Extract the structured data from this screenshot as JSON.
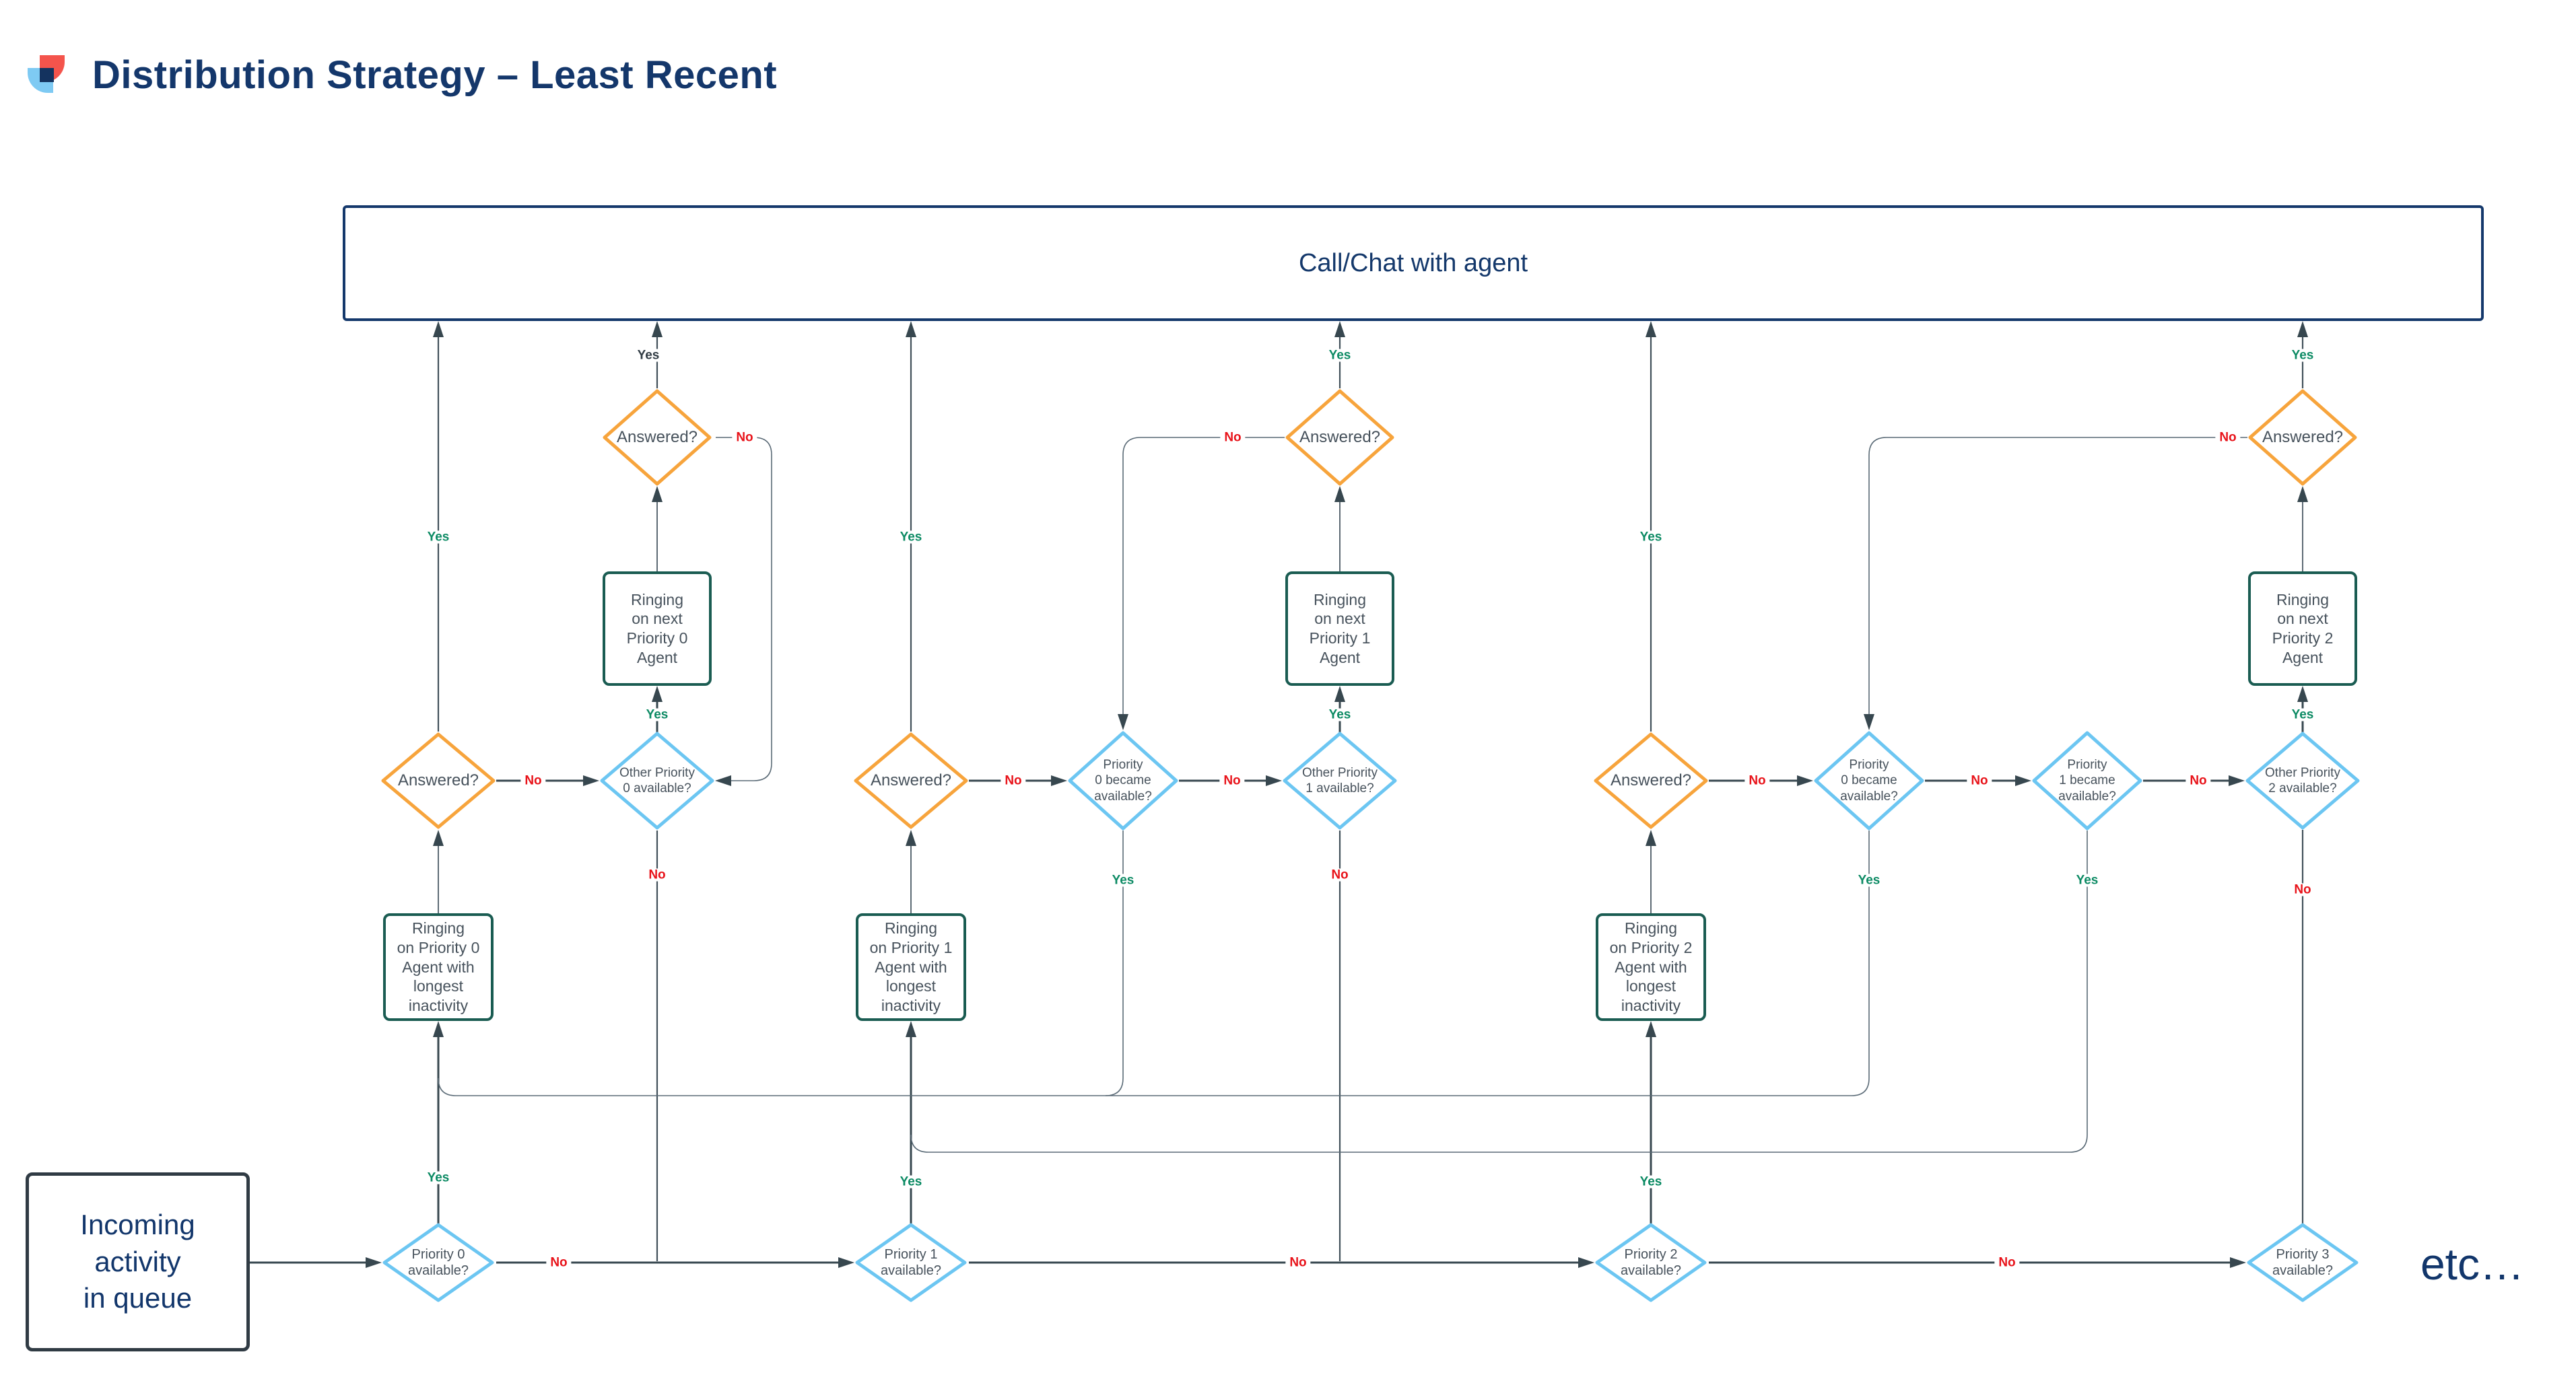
{
  "page": {
    "title": "Distribution Strategy – Least Recent"
  },
  "colors": {
    "title_navy": "#14376b",
    "decision_orange_border": "#f7a43c",
    "decision_blue_border": "#6cc6f2",
    "process_teal_border": "#1a5c52",
    "incoming_border": "#303b44",
    "connector": "#37474f",
    "yes_green": "#0b8a63",
    "no_red": "#e8131a",
    "logo_red": "#f4544c",
    "logo_blue": "#7ecaf3",
    "logo_navy": "#14335f"
  },
  "labels": {
    "yes": "Yes",
    "no": "No",
    "etc": "etc…"
  },
  "nodes": {
    "call_chat": "Call/Chat with agent",
    "incoming": "Incoming\nactivity\nin queue",
    "answered": "Answered?",
    "p0_available": "Priority 0\navailable?",
    "p1_available": "Priority 1\navailable?",
    "p2_available": "Priority 2\navailable?",
    "p3_available": "Priority 3\navailable?",
    "other_p0": "Other Priority\n0 available?",
    "other_p1": "Other Priority\n1 available?",
    "other_p2": "Other Priority\n2 available?",
    "p0_became": "Priority\n0 became\navailable?",
    "p1_became": "Priority\n1 became\navailable?",
    "ring_p0_longest": "Ringing\non Priority 0\nAgent with\nlongest\ninactivity",
    "ring_p1_longest": "Ringing\non Priority 1\nAgent with\nlongest\ninactivity",
    "ring_p2_longest": "Ringing\non Priority 2\nAgent with\nlongest\ninactivity",
    "ring_next_p0": "Ringing\non next\nPriority 0\nAgent",
    "ring_next_p1": "Ringing\non next\nPriority 1\nAgent",
    "ring_next_p2": "Ringing\non next\nPriority 2\nAgent"
  }
}
